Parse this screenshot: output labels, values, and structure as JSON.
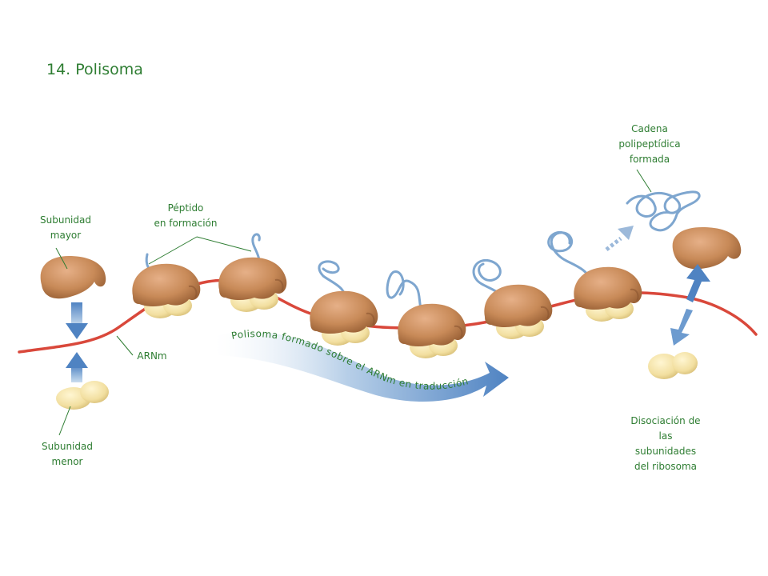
{
  "title": "14. Polisoma",
  "labels": {
    "subunidad_mayor": [
      "Subunidad",
      "mayor"
    ],
    "subunidad_menor": [
      "Subunidad",
      "menor"
    ],
    "peptido": [
      "Péptido",
      "en formación"
    ],
    "arnm": "ARNm",
    "cadena": [
      "Cadena",
      "polipeptídica",
      "formada"
    ],
    "disociacion": [
      "Disociación de",
      "las",
      "subunidades",
      "del ribosoma"
    ]
  },
  "arrow_caption": "Polisoma formado sobre el ARNm en traducción",
  "colors": {
    "text": "#2e7d32",
    "mrna": "#d9483b",
    "large_subunit": "#c88a58",
    "small_subunit": "#f2dfa0",
    "peptide": "#7ea6cf",
    "arrow": "#6d9bcf"
  }
}
